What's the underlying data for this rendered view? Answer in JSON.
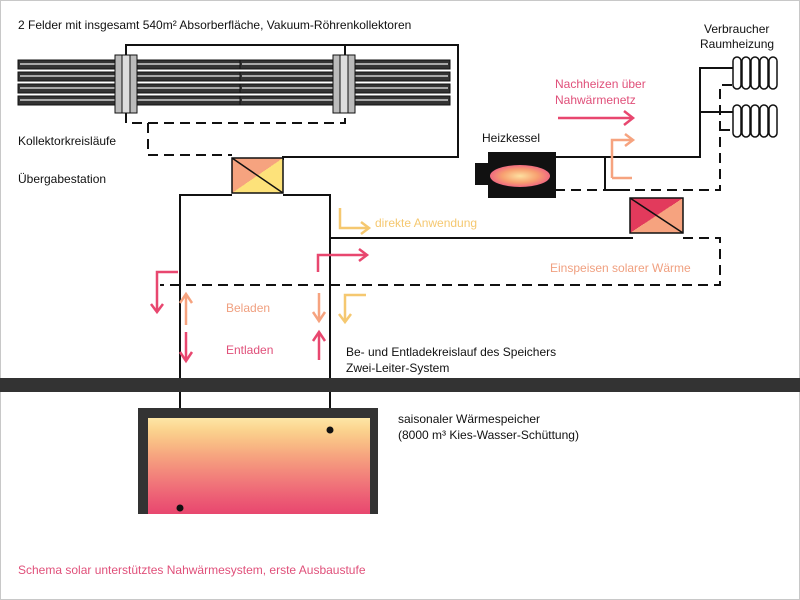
{
  "labels": {
    "title": "2 Felder mit insgesamt 540m² Absorberfläche, Vakuum-Röhrenkollektoren",
    "kollektorkreis": "Kollektorkreisläufe",
    "uebergabe": "Übergabestation",
    "heizkessel": "Heizkessel",
    "verbraucher_1": "Verbraucher",
    "verbraucher_2": "Raumheizung",
    "nachheizen_1": "Nachheizen über",
    "nachheizen_2": "Nahwärmenetz",
    "direkte": "direkte Anwendung",
    "einspeisen": "Einspeisen solarer Wärme",
    "beladen": "Beladen",
    "entladen": "Entladen",
    "kreislauf_1": "Be- und Entladekreislauf des Speichers",
    "kreislauf_2": "Zwei-Leiter-System",
    "speicher_1": "saisonaler Wärmespeicher",
    "speicher_2": "(8000 m³ Kies-Wasser-Schüttung)",
    "caption": "Schema solar unterstütztes Nahwärmesystem, erste Ausbaustufe"
  },
  "colors": {
    "pink": "#e0507a",
    "peach": "#f0a080",
    "yellow": "#f5c870",
    "pipe": "#111111",
    "ground": "#333333",
    "burner": "#f06a80"
  }
}
